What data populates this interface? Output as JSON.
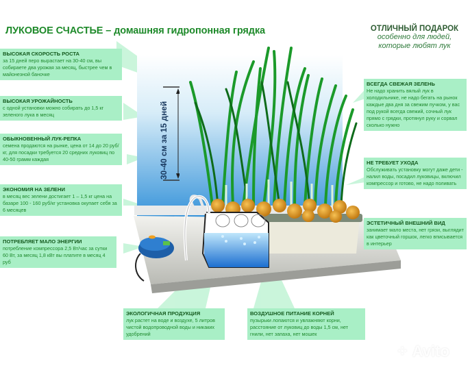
{
  "title": "ЛУКОВОЕ СЧАСТЬЕ – домашняя гидропонная грядка",
  "gift": {
    "heading": "ОТЛИЧНЫЙ ПОДАРОК",
    "line1": "особенно для людей,",
    "line2": "которые любят лук"
  },
  "measure_label": "30-40 см за 15 дней",
  "left_callouts": [
    {
      "heading": "ВЫСОКАЯ СКОРОСТЬ РОСТА",
      "text": "за 15 дней перо вырастает на 30-40 см, вы собираете два урожая за месяц, быстрее чем в майонезной баночке"
    },
    {
      "heading": "ВЫСОКАЯ УРОЖАЙНОСТЬ",
      "text": "с одной установки можно собирать до 1,5 кг зеленого лука в месяц"
    },
    {
      "heading": "ОБЫКНОВЕННЫЙ ЛУК-РЕПКА",
      "text": "семена продаются на рынке, цена от 14 до 20 руб/кг, для посадки требуется 20 средних луковиц по 40-50 грамм каждая"
    },
    {
      "heading": "ЭКОНОМИЯ НА ЗЕЛЕНИ",
      "text": "в месяц вес зелени достигает 1 – 1,5 кг цена на базаре 100 - 160 руб/кг установка окупает себя за 6 месяцев"
    },
    {
      "heading": "ПОТРЕБЛЯЕТ МАЛО ЭНЕРГИИ",
      "text": "потребление компрессора 2,5 Вт/час за сутки 60 Вт, за месяц 1,8 кВт вы платите в месяц 4 руб"
    }
  ],
  "right_callouts": [
    {
      "heading": "ВСЕГДА СВЕЖАЯ ЗЕЛЕНЬ",
      "text": "Не надо хранить вялый лук в холодильнике, не надо бегать на рынок каждые два дня за свежим пучком, у вас под рукой всегда свежий, сочный лук прямо с грядки, протянул руку и сорвал сколько нужно"
    },
    {
      "heading": "НЕ ТРЕБУЕТ УХОДА",
      "text": "Обслуживать установку могут даже дети - налил воды, посадил луковицы, включил компрессор и готово, не надо поливать"
    },
    {
      "heading": "ЭСТЕТИЧНЫЙ ВНЕШНИЙ ВИД",
      "text": "занимает мало места, нет грязи, выглядит как цветочный горшок, легко вписывается в интерьер"
    }
  ],
  "bottom_callouts": [
    {
      "heading": "ЭКОЛОГИЧНАЯ ПРОДУКЦИЯ",
      "text": "лук растет на воде и воздухе, 5 литров чистой водопроводной воды и никаких удобрений"
    },
    {
      "heading": "ВОЗДУШНОЕ ПИТАНИЕ КОРНЕЙ",
      "text": "пузырьки лопаются и увлажняют корни, расстояние от луковиц до воды 1,5 см, нет гнили, нет запаха, нет мошек"
    }
  ],
  "watermark": "Avito",
  "colors": {
    "title_green": "#1e8a2a",
    "callout_bg": "#a9efc6",
    "callout_heading": "#145a1e",
    "callout_text": "#1f8a2e"
  }
}
